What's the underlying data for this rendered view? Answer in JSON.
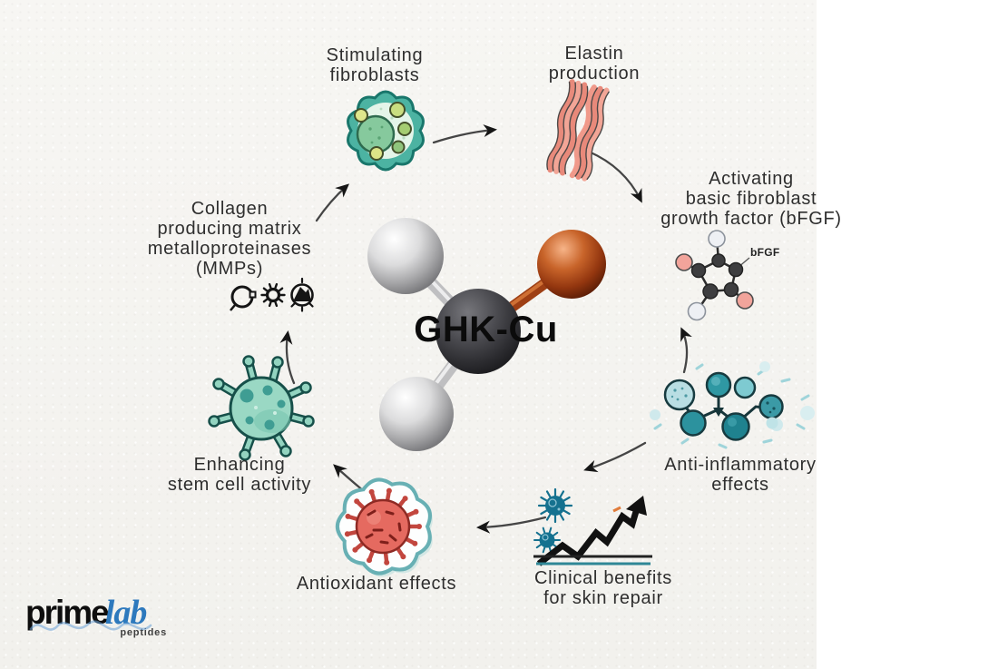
{
  "center": {
    "molecule_label": "GHK-Cu"
  },
  "nodes": {
    "stimulating_fibroblasts": {
      "line1": "Stimulating",
      "line2": "fibroblasts"
    },
    "elastin_production": {
      "line1": "Elastin",
      "line2": "production"
    },
    "bfgf": {
      "line1": "Activating",
      "line2": "basic fibroblast",
      "line3": "growth factor (bFGF)",
      "tag": "bFGF"
    },
    "anti_inflammatory": {
      "line1": "Anti-inflammatory",
      "line2": "effects"
    },
    "clinical_benefits": {
      "line1": "Clinical benefits",
      "line2": "for skin repair"
    },
    "antioxidant": {
      "line1": "Antioxidant effects"
    },
    "stem_cell": {
      "line1": "Enhancing",
      "line2": "stem cell activity"
    },
    "mmps": {
      "line1": "Collagen",
      "line2": "producing matrix",
      "line3": "metalloproteinases",
      "line4": "(MMPs)"
    }
  },
  "logo": {
    "prime": "prime",
    "lab": "lab",
    "tagline": "peptides"
  },
  "icons": {
    "fibroblast-cell-icon": "svg-scalloped-cell",
    "elastin-fibers-icon": "svg-wavy-fibers",
    "bfgf-molecule-icon": "svg-ring-molecule",
    "anti-inflammatory-cells-icon": "svg-cell-cluster",
    "microbe-icon": "svg-spiky-virus",
    "growth-chart-icon": "svg-zigzag-arrow",
    "antioxidant-virus-icon": "svg-virus-in-blob",
    "stem-cell-icon": "svg-spiky-cell",
    "mmp-circle-icon": "svg-ring",
    "mmp-enzyme-gear-icon": "svg-gear",
    "mmp-cell-membrane-icon": "svg-membrane",
    "cycle-arrow": "svg-curved-arrow"
  },
  "colors": {
    "paper": "#f5f4f1",
    "text": "#2e2e2e",
    "arrow": "#454545",
    "teal": "#45b3a2",
    "salmon": "#ef9386",
    "copper": "#b44a1d",
    "silver": "#c9c9c9",
    "carbon": "#3a3a3e",
    "logo_blue": "#2d79bd",
    "chart_teal": "#2f8796",
    "virus_blue": "#15718f",
    "virus_red": "#d95f55"
  }
}
